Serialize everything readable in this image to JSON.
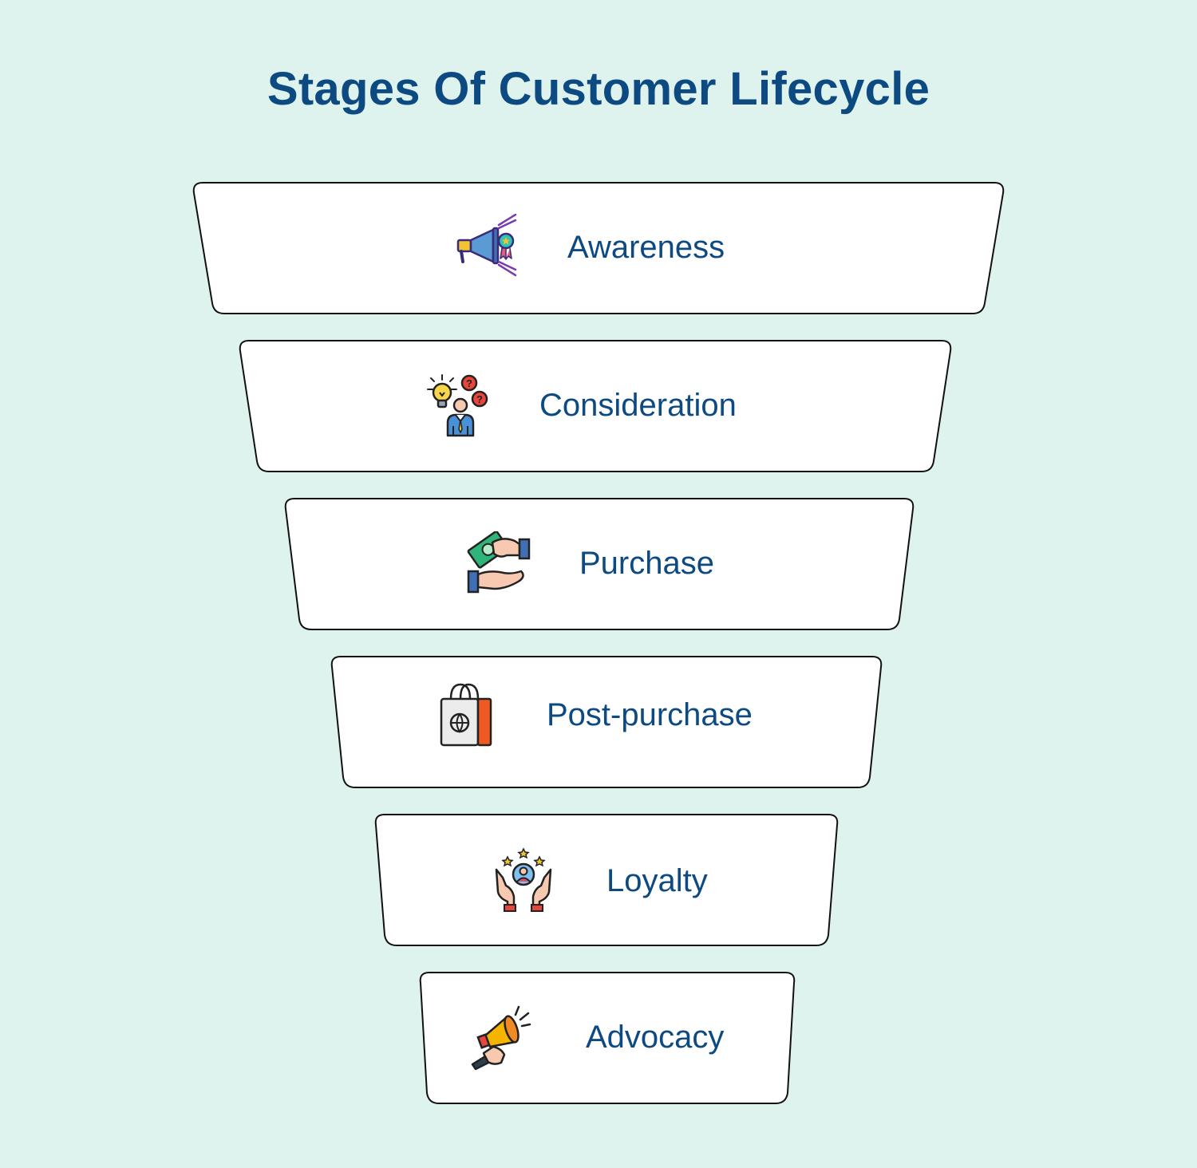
{
  "title": "Stages Of Customer Lifecycle",
  "colors": {
    "background": "#dff3ee",
    "title": "#0d4a82",
    "label": "#0d4a82",
    "card_fill": "#ffffff",
    "card_stroke": "#111111"
  },
  "stages": [
    {
      "label": "Awareness",
      "icon": "megaphone-badge-icon"
    },
    {
      "label": "Consideration",
      "icon": "person-idea-question-icon"
    },
    {
      "label": "Purchase",
      "icon": "hands-money-exchange-icon"
    },
    {
      "label": "Post-purchase",
      "icon": "shopping-bag-icon"
    },
    {
      "label": "Loyalty",
      "icon": "hands-customer-stars-icon"
    },
    {
      "label": "Advocacy",
      "icon": "hand-megaphone-icon"
    }
  ]
}
